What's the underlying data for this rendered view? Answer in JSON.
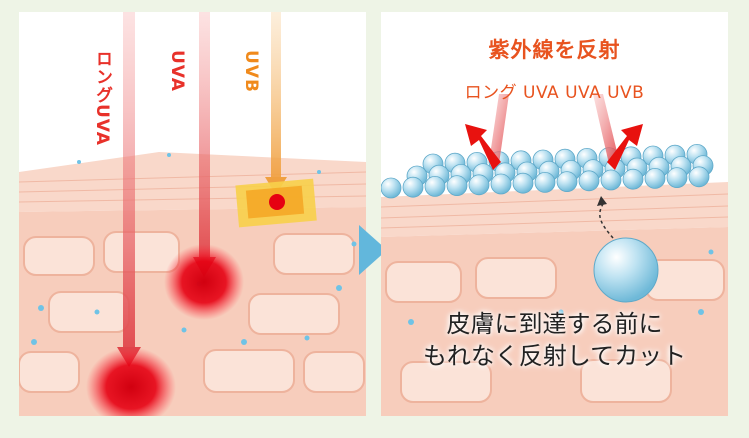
{
  "left_panel": {
    "rays": [
      {
        "label": "ロングUVA",
        "color": "#e8312a"
      },
      {
        "label": "UVA",
        "color": "#e8312a"
      },
      {
        "label": "UVB",
        "color": "#f08a1c"
      }
    ]
  },
  "right_panel": {
    "title": "紫外線を反射",
    "rays_label": "ロング UVA  UVA  UVB",
    "caption_line1": "皮膚に到達する前に",
    "caption_line2": "もれなく反射してカット"
  },
  "colors": {
    "background": "#eef4e6",
    "skin": "#f7cdbc",
    "skin_dark": "#eeb39d",
    "cell": "#fbe3d8",
    "damage_red": "#e60012",
    "title_orange": "#e8531f",
    "sphere_blue": "#9fd3ea",
    "next_arrow": "#62b7dc"
  }
}
